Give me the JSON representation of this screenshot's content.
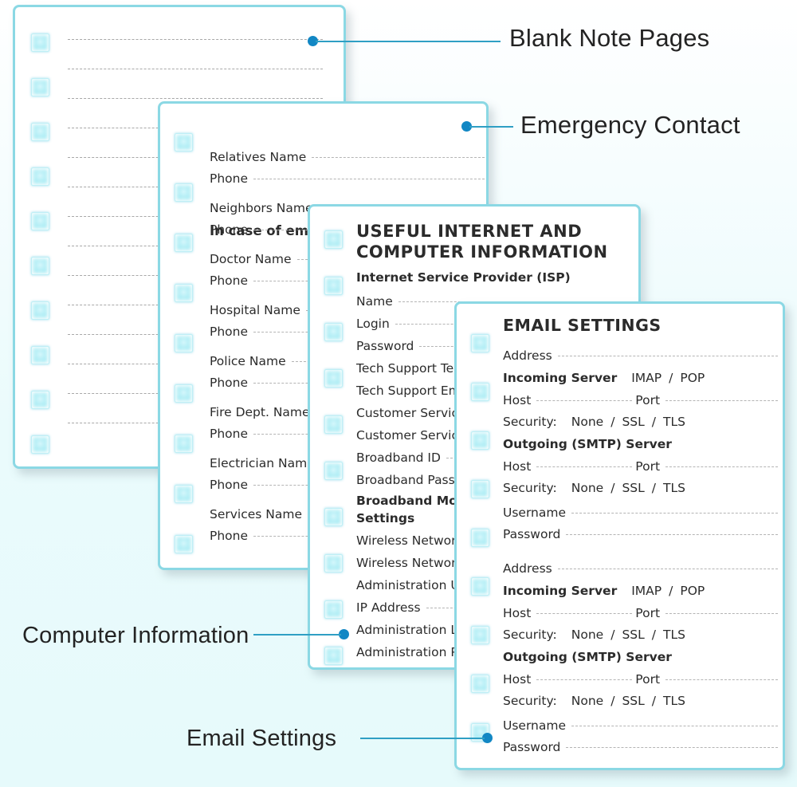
{
  "background": {
    "top_color": "#ffffff",
    "bottom_color": "#e6fafb"
  },
  "accent": {
    "card_border": "#8bd8e4",
    "punch": "#a8ecf4",
    "leader": "#2f9fc4",
    "dot": "#1287c4"
  },
  "annotations": [
    {
      "label": "Blank Note Pages",
      "target": "blank-note-pages"
    },
    {
      "label": "Emergency Contact",
      "target": "emergency-contact"
    },
    {
      "label": "Computer Information",
      "target": "computer-information"
    },
    {
      "label": "Email Settings",
      "target": "email-settings"
    }
  ],
  "cards": {
    "blank_notes": {
      "name": "Blank Note Pages",
      "line_count": 14,
      "punch_count": 11
    },
    "emergency": {
      "title": "In case of emergency, please notify",
      "groups": [
        {
          "name_label": "Relatives  Name",
          "phone_label": "Phone"
        },
        {
          "name_label": "Neighbors  Name",
          "phone_label": "Phone"
        },
        {
          "name_label": "Doctor  Name",
          "phone_label": "Phone"
        },
        {
          "name_label": "Hospital  Name",
          "phone_label": "Phone"
        },
        {
          "name_label": "Police  Name",
          "phone_label": "Phone"
        },
        {
          "name_label": "Fire Dept.  Name",
          "phone_label": "Phone"
        },
        {
          "name_label": "Electrician  Name",
          "phone_label": "Phone"
        },
        {
          "name_label": "Services  Name",
          "phone_label": "Phone"
        }
      ]
    },
    "internet": {
      "title_line1": "USEFUL  INTERNET  AND",
      "title_line2": "COMPUTER  INFORMATION",
      "isp_heading": "Internet  Service  Provider (ISP)",
      "isp_fields": [
        "Name",
        "Login",
        "Password",
        "Tech Support Tel",
        "Tech Support Email",
        "Customer Service Tel",
        "Customer Service Email",
        "Broadband ID",
        "Broadband Password"
      ],
      "modem_heading_line1": "Broadband  Modem",
      "modem_heading_line2": "Settings",
      "modem_fields": [
        "Wireless Network Name",
        "Wireless Network Key",
        "Administration URL",
        "IP Address",
        "Administration Login",
        "Administration Password"
      ]
    },
    "email": {
      "title": "EMAIL  SETTINGS",
      "accounts": [
        {
          "address_label": "Address",
          "incoming_heading": "Incoming Server",
          "incoming_types": [
            "IMAP",
            "POP"
          ],
          "incoming_separator": "/",
          "host_label": "Host",
          "port_label": "Port",
          "security_label": "Security:",
          "security_options": [
            "None",
            "SSL",
            "TLS"
          ],
          "security_separator": "/",
          "outgoing_heading": "Outgoing (SMTP) Server",
          "out_host_label": "Host",
          "out_port_label": "Port",
          "out_security_label": "Security:",
          "out_security_options": [
            "None",
            "SSL",
            "TLS"
          ],
          "username_label": "Username",
          "password_label": "Password"
        },
        {
          "address_label": "Address",
          "incoming_heading": "Incoming Server",
          "incoming_types": [
            "IMAP",
            "POP"
          ],
          "incoming_separator": "/",
          "host_label": "Host",
          "port_label": "Port",
          "security_label": "Security:",
          "security_options": [
            "None",
            "SSL",
            "TLS"
          ],
          "security_separator": "/",
          "outgoing_heading": "Outgoing (SMTP) Server",
          "out_host_label": "Host",
          "out_port_label": "Port",
          "out_security_label": "Security:",
          "out_security_options": [
            "None",
            "SSL",
            "TLS"
          ],
          "username_label": "Username",
          "password_label": "Password"
        }
      ]
    }
  }
}
